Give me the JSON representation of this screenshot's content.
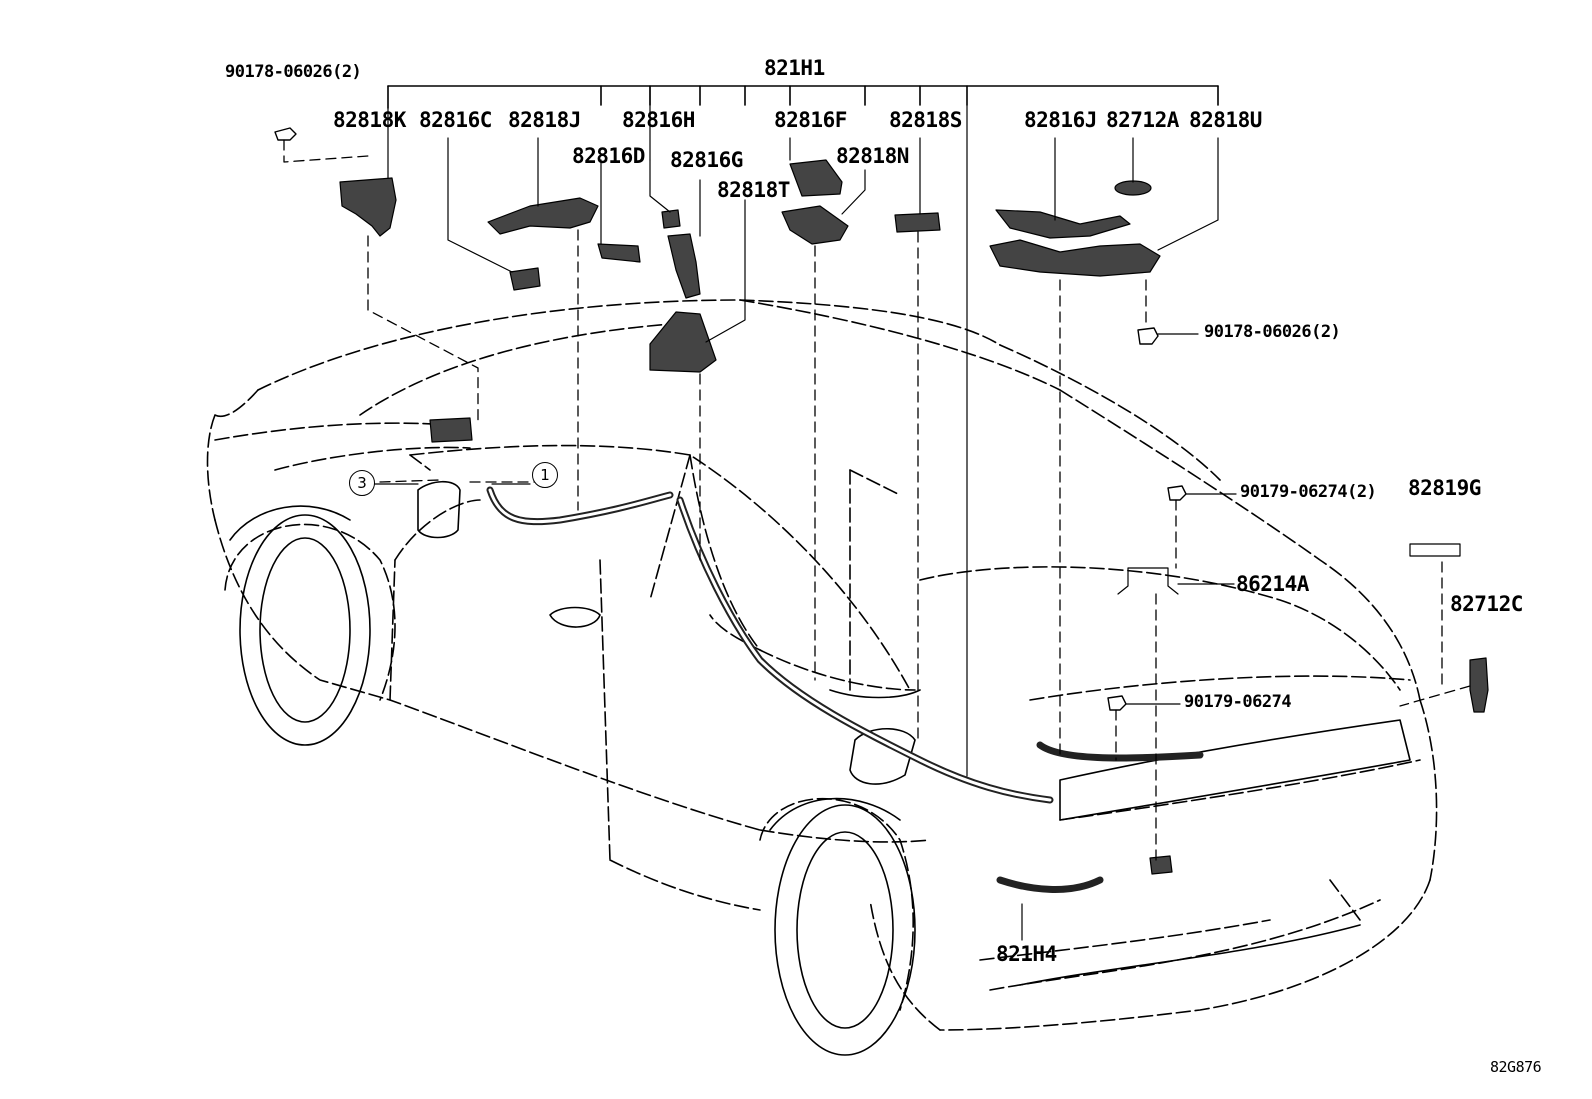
{
  "diagram": {
    "part_labels": {
      "p821H1": "821H1",
      "p90178_top": "90178-06026(2)",
      "p82818K": "82818K",
      "p82816C": "82816C",
      "p82818J": "82818J",
      "p82816H": "82816H",
      "p82816D": "82816D",
      "p82816G": "82816G",
      "p82818T": "82818T",
      "p82816F": "82816F",
      "p82818N": "82818N",
      "p82818S": "82818S",
      "p82816J": "82816J",
      "p82712A": "82712A",
      "p82818U": "82818U",
      "p90178_right": "90178-06026(2)",
      "p90179_2": "90179-06274(2)",
      "p82819G": "82819G",
      "p86214A": "86214A",
      "p82712C": "82712C",
      "p90179": "90179-06274",
      "p821H4": "821H4"
    },
    "callouts": {
      "c1": "1",
      "c3": "3"
    },
    "footer_code": "82G876"
  }
}
